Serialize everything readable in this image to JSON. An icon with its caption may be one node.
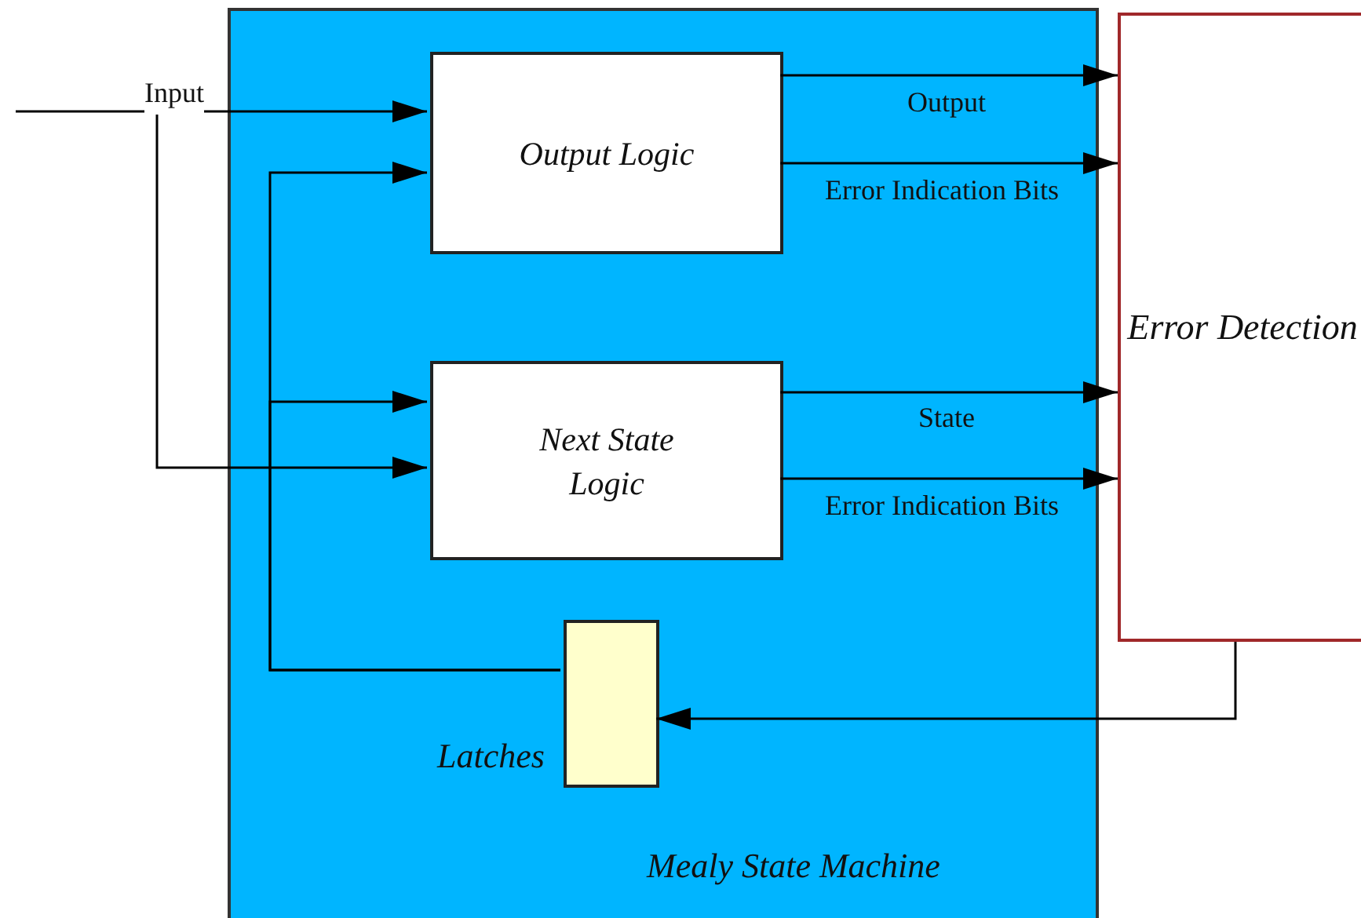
{
  "diagram": {
    "nodes": [
      {
        "text": [
          "Mealy State Machine"
        ]
      },
      {
        "text": [
          "Output Logic"
        ],
        "in": 0
      },
      {
        "text": [
          "Next State Logic"
        ],
        "in": 0
      },
      {
        "text": [
          "Latches"
        ],
        "in": 0
      },
      {
        "text": [
          "Error Detection"
        ]
      }
    ],
    "edges": [
      {
        "from": null,
        "to": 1,
        "arrow": "to",
        "label": "Input"
      },
      {
        "from": null,
        "to": 2,
        "arrow": "to"
      },
      {
        "from": 3,
        "to": 1,
        "arrow": "to"
      },
      {
        "from": 3,
        "to": 2,
        "arrow": "to"
      },
      {
        "from": 1,
        "to": 4,
        "arrow": "to",
        "label": "Output"
      },
      {
        "from": 1,
        "to": 4,
        "arrow": "to",
        "label": "Error Indication Bits"
      },
      {
        "from": 2,
        "to": 4,
        "arrow": "to",
        "label": "State"
      },
      {
        "from": 2,
        "to": 4,
        "arrow": "to",
        "label": "Error Indication Bits"
      },
      {
        "from": 4,
        "to": 3,
        "arrow": "to"
      }
    ]
  }
}
